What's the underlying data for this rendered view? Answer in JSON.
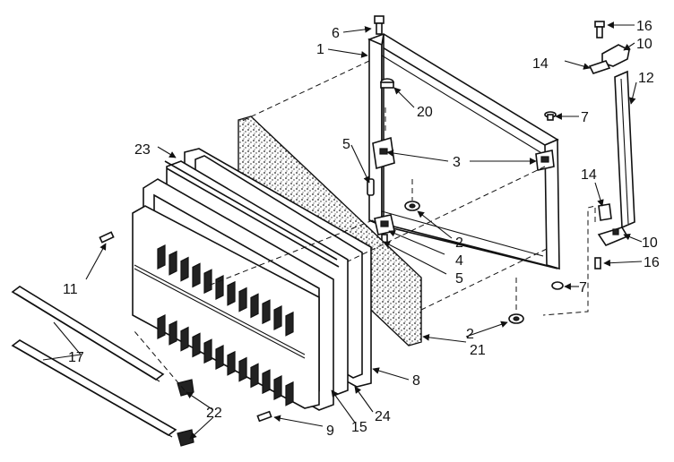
{
  "labels": {
    "l1": "1",
    "l2a": "2",
    "l2b": "2",
    "l3": "3",
    "l4": "4",
    "l5a": "5",
    "l5b": "5",
    "l6": "6",
    "l7a": "7",
    "l7b": "7",
    "l8": "8",
    "l9": "9",
    "l10a": "10",
    "l10b": "10",
    "l11": "11",
    "l12": "12",
    "l14a": "14",
    "l14b": "14",
    "l15": "15",
    "l16a": "16",
    "l16b": "16",
    "l17": "17",
    "l20": "20",
    "l21": "21",
    "l22": "22",
    "l23": "23",
    "l24": "24"
  }
}
